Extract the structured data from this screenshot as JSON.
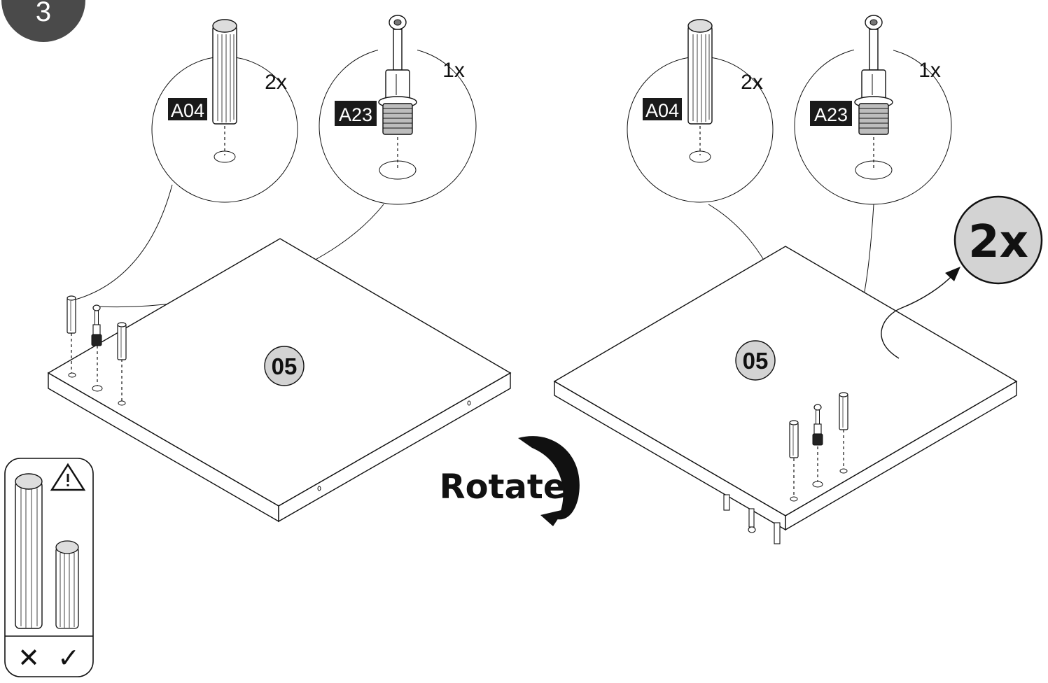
{
  "step": {
    "number": "3"
  },
  "left_view": {
    "callout_a04": {
      "code": "A04",
      "quantity": "2x"
    },
    "callout_a23": {
      "code": "A23",
      "quantity": "1x"
    },
    "panel_label": "05"
  },
  "rotate_instruction": {
    "label": "Rotate"
  },
  "right_view": {
    "callout_a04": {
      "code": "A04",
      "quantity": "2x"
    },
    "callout_a23": {
      "code": "A23",
      "quantity": "1x"
    },
    "panel_label": "05",
    "repeat_badge": "2x"
  },
  "warning_box": {
    "icon": "warning-triangle-icon",
    "wrong_mark": "✕",
    "right_mark": "✓"
  }
}
